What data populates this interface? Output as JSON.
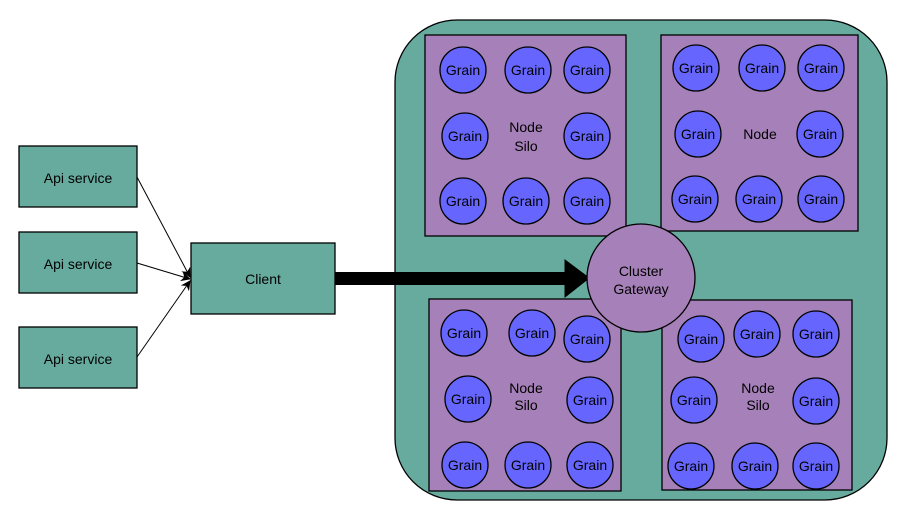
{
  "api_services": [
    {
      "label": "Api service"
    },
    {
      "label": "Api service"
    },
    {
      "label": "Api service"
    }
  ],
  "client": {
    "label": "Client"
  },
  "gateway": {
    "line1": "Cluster",
    "line2": "Gateway"
  },
  "silos": [
    {
      "line1": "Node",
      "line2": "Silo",
      "grains": [
        "Grain",
        "Grain",
        "Grain",
        "Grain",
        "Grain",
        "Grain",
        "Grain",
        "Grain"
      ]
    },
    {
      "line1": "Node",
      "line2": "",
      "grains": [
        "Grain",
        "Grain",
        "Grain",
        "Grain",
        "Grain",
        "Grain",
        "Grain",
        "Grain"
      ]
    },
    {
      "line1": "Node",
      "line2": "Silo",
      "grains": [
        "Grain",
        "Grain",
        "Grain",
        "Grain",
        "Grain",
        "Grain",
        "Grain",
        "Grain"
      ]
    },
    {
      "line1": "Node",
      "line2": "Silo",
      "grains": [
        "Grain",
        "Grain",
        "Grain",
        "Grain",
        "Grain",
        "Grain",
        "Grain",
        "Grain"
      ]
    }
  ],
  "colors": {
    "teal": "#67ab9f",
    "purple": "#a680b8",
    "grain": "#6666ff",
    "stroke": "#000000"
  }
}
